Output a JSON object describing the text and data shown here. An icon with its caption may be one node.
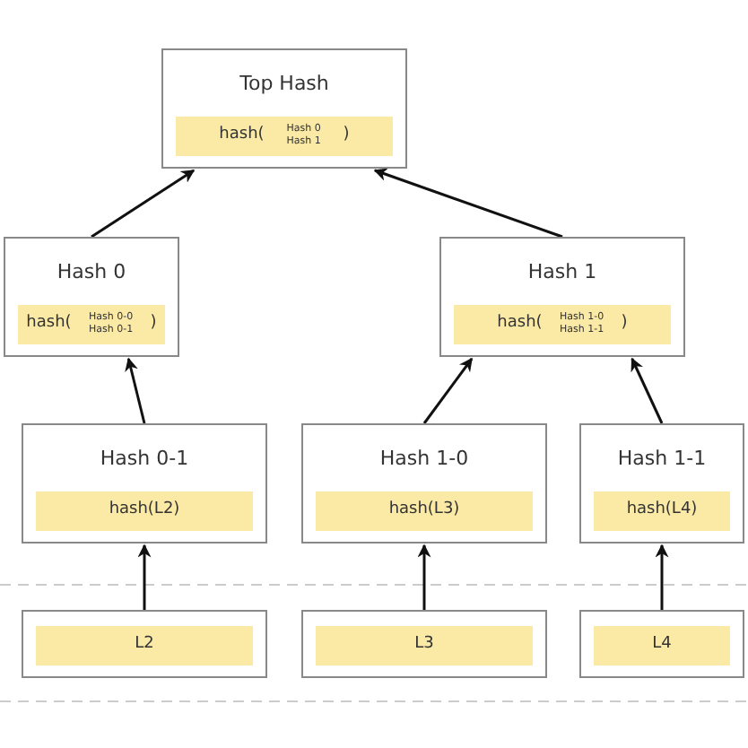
{
  "diagram": {
    "nodes": [
      {
        "text": [
          "Top Hash"
        ]
      },
      {
        "text": [
          "hash(",
          "Hash 0 Hash 1",
          ")"
        ],
        "in": 0
      },
      {
        "text": [
          "Hash 0"
        ]
      },
      {
        "text": [
          "hash(",
          "Hash 0-0 Hash 0-1",
          ")"
        ],
        "in": 2
      },
      {
        "text": [
          "Hash 1"
        ]
      },
      {
        "text": [
          "hash(",
          "Hash 1-0 Hash 1-1",
          ")"
        ],
        "in": 4
      },
      {
        "text": [
          "Hash 0-1"
        ]
      },
      {
        "text": [
          "hash(L2)"
        ],
        "in": 6
      },
      {
        "text": [
          "Hash 1-0"
        ]
      },
      {
        "text": [
          "hash(L3)"
        ],
        "in": 8
      },
      {
        "text": [
          "Hash 1-1"
        ]
      },
      {
        "text": [
          "hash(L4)"
        ],
        "in": 10
      },
      {
        "text": [],
        "shape": "box"
      },
      {
        "text": [
          "L2"
        ],
        "in": 12
      },
      {
        "text": [],
        "shape": "box"
      },
      {
        "text": [
          "L3"
        ],
        "in": 14
      },
      {
        "text": [],
        "shape": "box"
      },
      {
        "text": [
          "L4"
        ],
        "in": 16
      }
    ],
    "edges": [
      {
        "from": 12,
        "to": 6,
        "arrow": "to"
      },
      {
        "from": 14,
        "to": 8,
        "arrow": "to"
      },
      {
        "from": 16,
        "to": 10,
        "arrow": "to"
      },
      {
        "from": 6,
        "to": 2,
        "arrow": "to"
      },
      {
        "from": 8,
        "to": 4,
        "arrow": "to"
      },
      {
        "from": 10,
        "to": 4,
        "arrow": "to"
      },
      {
        "from": 2,
        "to": 0,
        "arrow": "to"
      },
      {
        "from": 4,
        "to": 0,
        "arrow": "to"
      }
    ]
  }
}
